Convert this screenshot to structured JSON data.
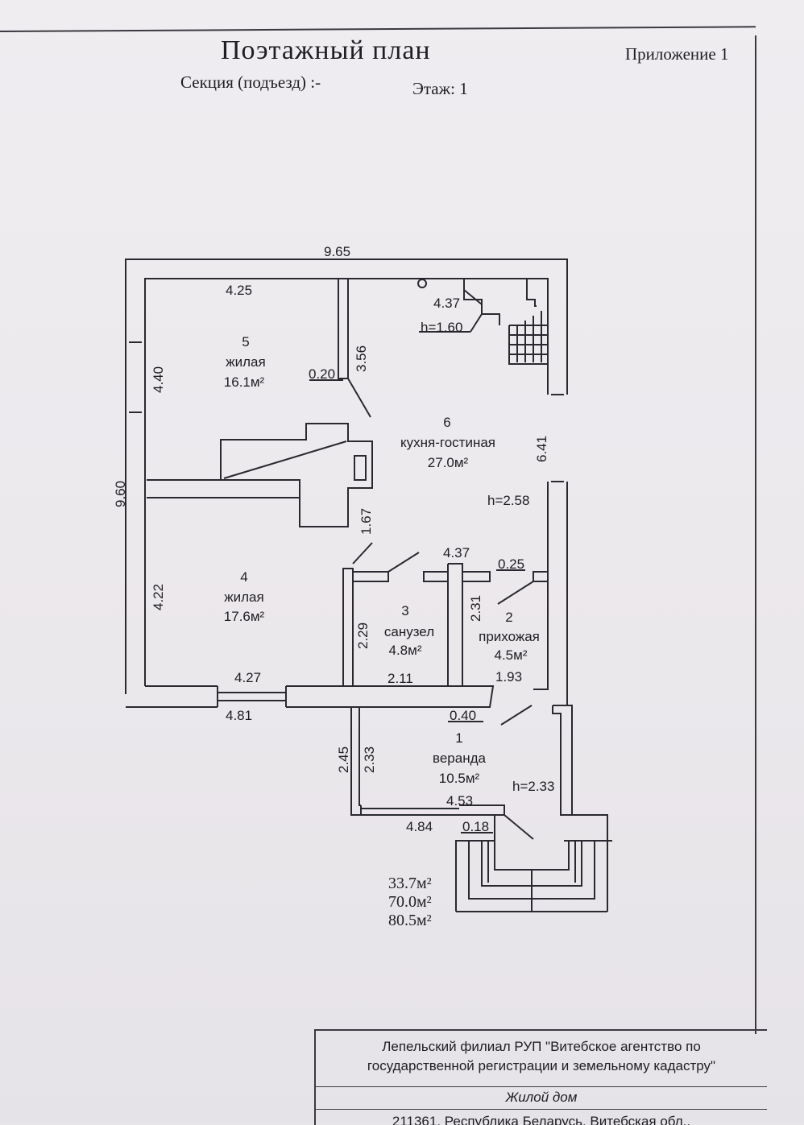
{
  "header": {
    "title": "Поэтажный план",
    "appendix": "Приложение 1",
    "section": "Секция (подъезд) :-",
    "floor": "Этаж: 1"
  },
  "dimensions": {
    "top_width": "9.65",
    "left_height": "9.60",
    "r5_top": "4.25",
    "r5_left": "4.40",
    "r5_partition": "3.56",
    "r5_wall": "0.20",
    "r6_top": "4.37",
    "stair_height": "h=1.60",
    "r6_right": "6.41",
    "ceiling_height": "h=2.58",
    "corridor_wall": "1.67",
    "r4_left": "4.22",
    "r4_bottom": "4.27",
    "outer_bottom": "4.81",
    "mid_width": "4.37",
    "mid_wall": "0.25",
    "r3_left": "2.29",
    "r3_right": "2.31",
    "r3_bottom": "2.11",
    "r2_bottom": "1.93",
    "veranda_wall": "0.40",
    "veranda_outer": "2.45",
    "veranda_inner": "2.33",
    "veranda_height": "h=2.33",
    "veranda_width": "4.53",
    "veranda_outer_width": "4.84",
    "porch_wall": "0.18"
  },
  "rooms": {
    "r5": {
      "number": "5",
      "name": "жилая",
      "area": "16.1м²"
    },
    "r6": {
      "number": "6",
      "name": "кухня-гостиная",
      "area": "27.0м²"
    },
    "r4": {
      "number": "4",
      "name": "жилая",
      "area": "17.6м²"
    },
    "r3": {
      "number": "3",
      "name": "санузел",
      "area": "4.8м²"
    },
    "r2": {
      "number": "2",
      "name": "прихожая",
      "area": "4.5м²"
    },
    "r1": {
      "number": "1",
      "name": "веранда",
      "area": "10.5м²"
    }
  },
  "totals": {
    "living": "33.7м²",
    "total": "70.0м²",
    "overall": "80.5м²"
  },
  "stamp": {
    "org_line1": "Лепельский филиал РУП \"Витебское агентство по",
    "org_line2": "государственной регистрации и земельному кадастру\"",
    "object": "Жилой дом",
    "address": "211361, Республика Беларусь, Витебская обл.,"
  }
}
